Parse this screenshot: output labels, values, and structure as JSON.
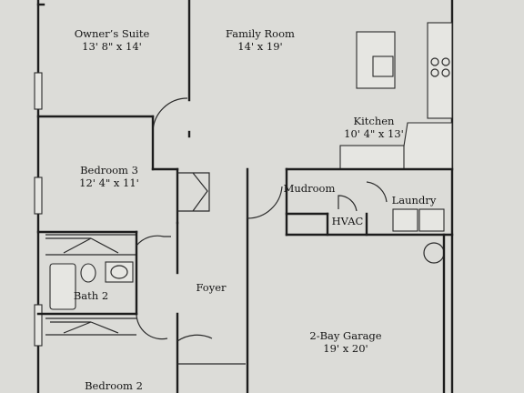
{
  "rooms": {
    "owners_suite": {
      "name": "Owner’s Suite",
      "size": "13' 8\" x 14'"
    },
    "family_room": {
      "name": "Family Room",
      "size": "14' x 19'"
    },
    "kitchen": {
      "name": "Kitchen",
      "size": "10' 4\" x 13'"
    },
    "bedroom3": {
      "name": "Bedroom 3",
      "size": "12' 4\" x 11'"
    },
    "mudroom": {
      "name": "Mudroom"
    },
    "laundry": {
      "name": "Laundry"
    },
    "hvac": {
      "name": "HVAC"
    },
    "bath2": {
      "name": "Bath 2"
    },
    "foyer": {
      "name": "Foyer"
    },
    "garage": {
      "name": "2-Bay Garage",
      "size": "19' x 20'"
    },
    "bedroom2": {
      "name": "Bedroom 2"
    }
  }
}
